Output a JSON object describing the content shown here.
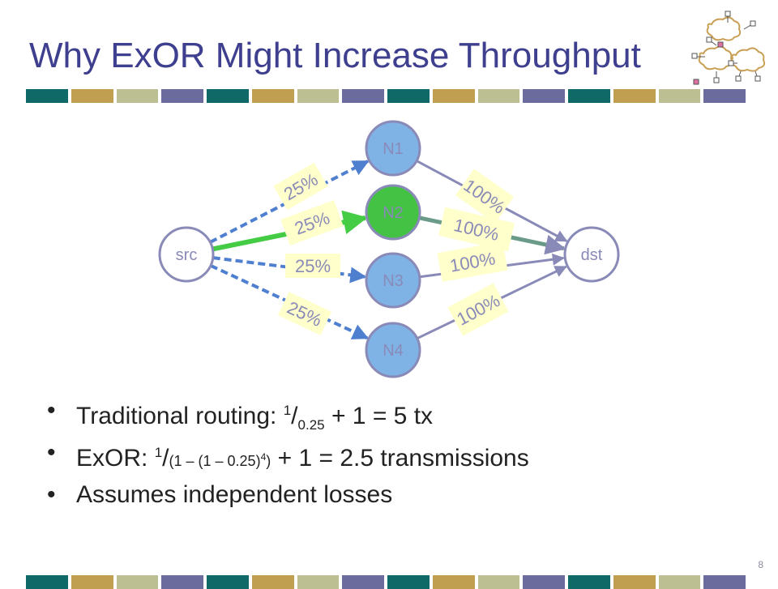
{
  "title": "Why ExOR Might Increase Throughput",
  "colors": {
    "bars": [
      "#0f6a67",
      "#c0a050",
      "#bcbf91",
      "#6b6b9e"
    ],
    "edge_dashed": "#4f7fcf",
    "edge_green": "#44cc44",
    "edge_out": "#8a8ab8",
    "edge_out_n2": "#6a9a88",
    "node_blue": "#7fb3e6",
    "node_green": "#44c244",
    "label_bg": "#ffffcc",
    "label_text": "#8a8ab8"
  },
  "diagram": {
    "src_label": "src",
    "dst_label": "dst",
    "nodes": [
      {
        "label": "N1",
        "in_label": "25%",
        "out_label": "100%"
      },
      {
        "label": "N2",
        "in_label": "25%",
        "out_label": "100%"
      },
      {
        "label": "N3",
        "in_label": "25%",
        "out_label": "100%"
      },
      {
        "label": "N4",
        "in_label": "25%",
        "out_label": "100%"
      }
    ]
  },
  "bullets": {
    "b1": {
      "prefix": "Traditional routing: ",
      "num": "1",
      "slash": "/",
      "den": "0.25",
      "suffix": " + 1 = 5 tx"
    },
    "b2": {
      "prefix": "ExOR: ",
      "num": "1",
      "slash": "/",
      "den_open": "(1 – (1 – 0.25)",
      "den_exp": "4",
      "den_close": ")",
      "suffix": " + 1 = 2.5 transmissions"
    },
    "b3": {
      "text": "Assumes independent losses"
    },
    "bullet_glyph": "•"
  },
  "page_number": "8"
}
